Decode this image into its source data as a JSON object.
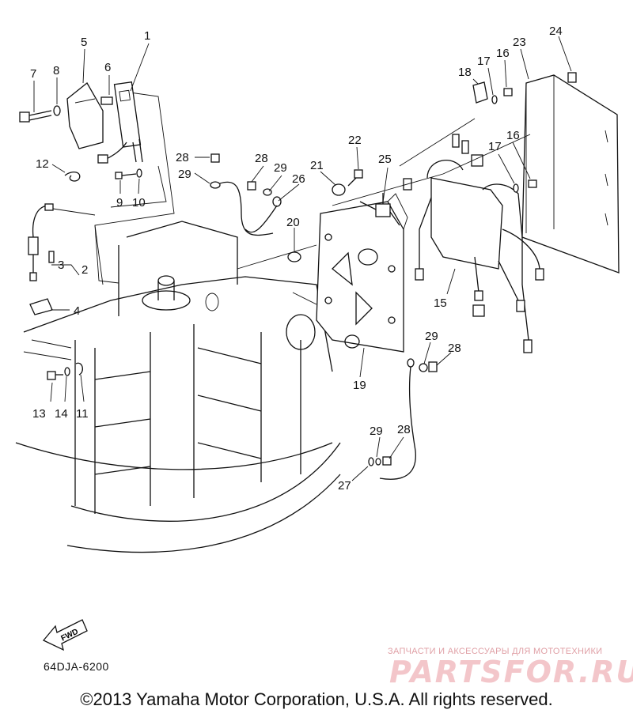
{
  "diagram": {
    "part_labels": [
      "1",
      "2",
      "3",
      "4",
      "5",
      "6",
      "7",
      "8",
      "9",
      "10",
      "11",
      "12",
      "13",
      "14",
      "15",
      "16",
      "16",
      "17",
      "17",
      "18",
      "19",
      "20",
      "21",
      "22",
      "23",
      "24",
      "25",
      "26",
      "27",
      "28",
      "28",
      "28",
      "28",
      "29",
      "29",
      "29",
      "29"
    ],
    "fwd_label": "FWD",
    "diagram_code": "64DJA-6200",
    "copyright": "©2013 Yamaha Motor Corporation, U.S.A. All rights reserved.",
    "watermark_tagline": "ЗАПЧАСТИ И АКСЕССУАРЫ ДЛЯ МОТОТЕХНИКИ",
    "watermark_brand": "PARTSFOR.RU"
  }
}
